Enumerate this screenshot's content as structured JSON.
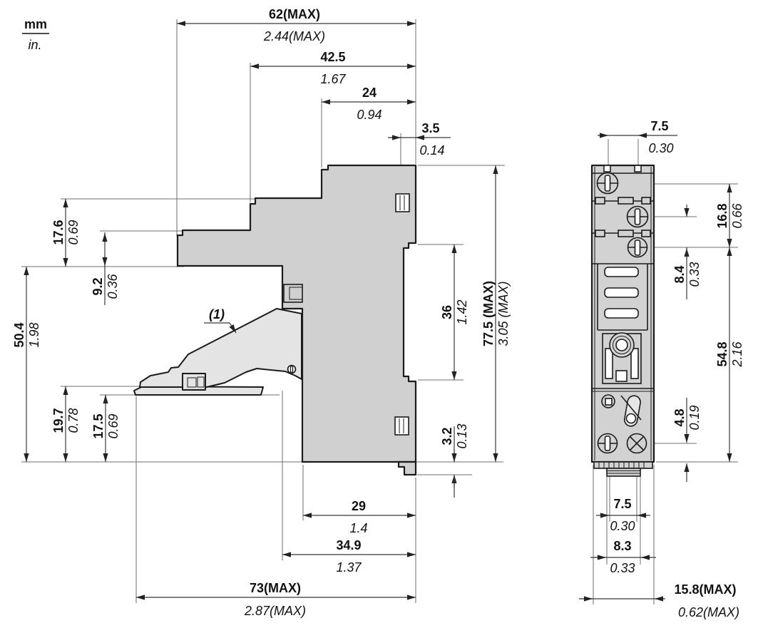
{
  "legend": {
    "mm": "mm",
    "in": "in."
  },
  "note": {
    "label": "(1)"
  },
  "side": {
    "w62": {
      "mm": "62(MAX)",
      "in": "2.44(MAX)"
    },
    "w425": {
      "mm": "42.5",
      "in": "1.67"
    },
    "w24": {
      "mm": "24",
      "in": "0.94"
    },
    "w35": {
      "mm": "3.5",
      "in": "0.14"
    },
    "h176": {
      "mm": "17.6",
      "in": "0.69"
    },
    "h92": {
      "mm": "9.2",
      "in": "0.36"
    },
    "h504": {
      "mm": "50.4",
      "in": "1.98"
    },
    "h197": {
      "mm": "19.7",
      "in": "0.78"
    },
    "h175": {
      "mm": "17.5",
      "in": "0.69"
    },
    "h36": {
      "mm": "36",
      "in": "1.42"
    },
    "h775": {
      "mm": "77.5 (MAX)",
      "in": "3.05 (MAX)"
    },
    "h32": {
      "mm": "3.2",
      "in": "0.13"
    },
    "w29": {
      "mm": "29",
      "in": "1.4"
    },
    "w349": {
      "mm": "34.9",
      "in": "1.37"
    },
    "w73": {
      "mm": "73(MAX)",
      "in": "2.87(MAX)"
    }
  },
  "front": {
    "w75t": {
      "mm": "7.5",
      "in": "0.30"
    },
    "h168": {
      "mm": "16.8",
      "in": "0.66"
    },
    "h84": {
      "mm": "8.4",
      "in": "0.33"
    },
    "h548": {
      "mm": "54.8",
      "in": "2.16"
    },
    "h48": {
      "mm": "4.8",
      "in": "0.19"
    },
    "w75b": {
      "mm": "7.5",
      "in": "0.30"
    },
    "w83": {
      "mm": "8.3",
      "in": "0.33"
    },
    "w158": {
      "mm": "15.8(MAX)",
      "in": "0.62(MAX)"
    }
  }
}
